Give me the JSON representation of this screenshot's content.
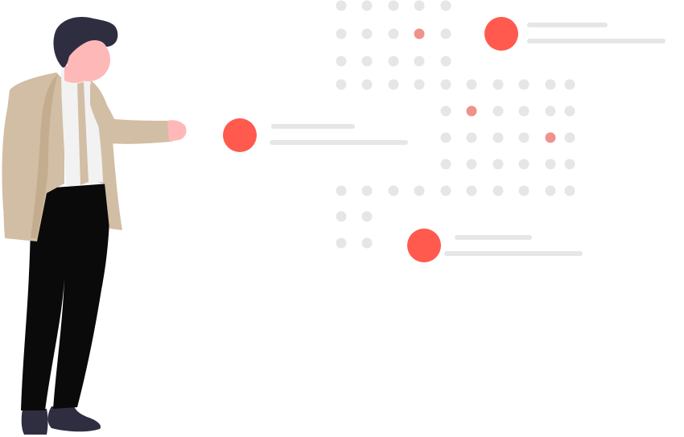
{
  "colors": {
    "background": "#ffffff",
    "dot": "#e6e6e6",
    "dot_accent": "#f0928c",
    "marker": "#ff5a4d",
    "text_line": "#e6e6e6",
    "hair": "#2f2e41",
    "skin": "#ffb8b8",
    "jacket": "#d2bea4",
    "jacket_shadow": "#c4ad8f",
    "shirt": "#f2f2f2",
    "tie": "#d2bea4",
    "trousers": "#0a0a0a",
    "shoes": "#2f2e41"
  },
  "illustration": {
    "subject": "person-presenting",
    "items": [
      {
        "id": "item-1",
        "marker_color": "#ff5a4d"
      },
      {
        "id": "item-2",
        "marker_color": "#ff5a4d"
      },
      {
        "id": "item-3",
        "marker_color": "#ff5a4d"
      }
    ]
  }
}
